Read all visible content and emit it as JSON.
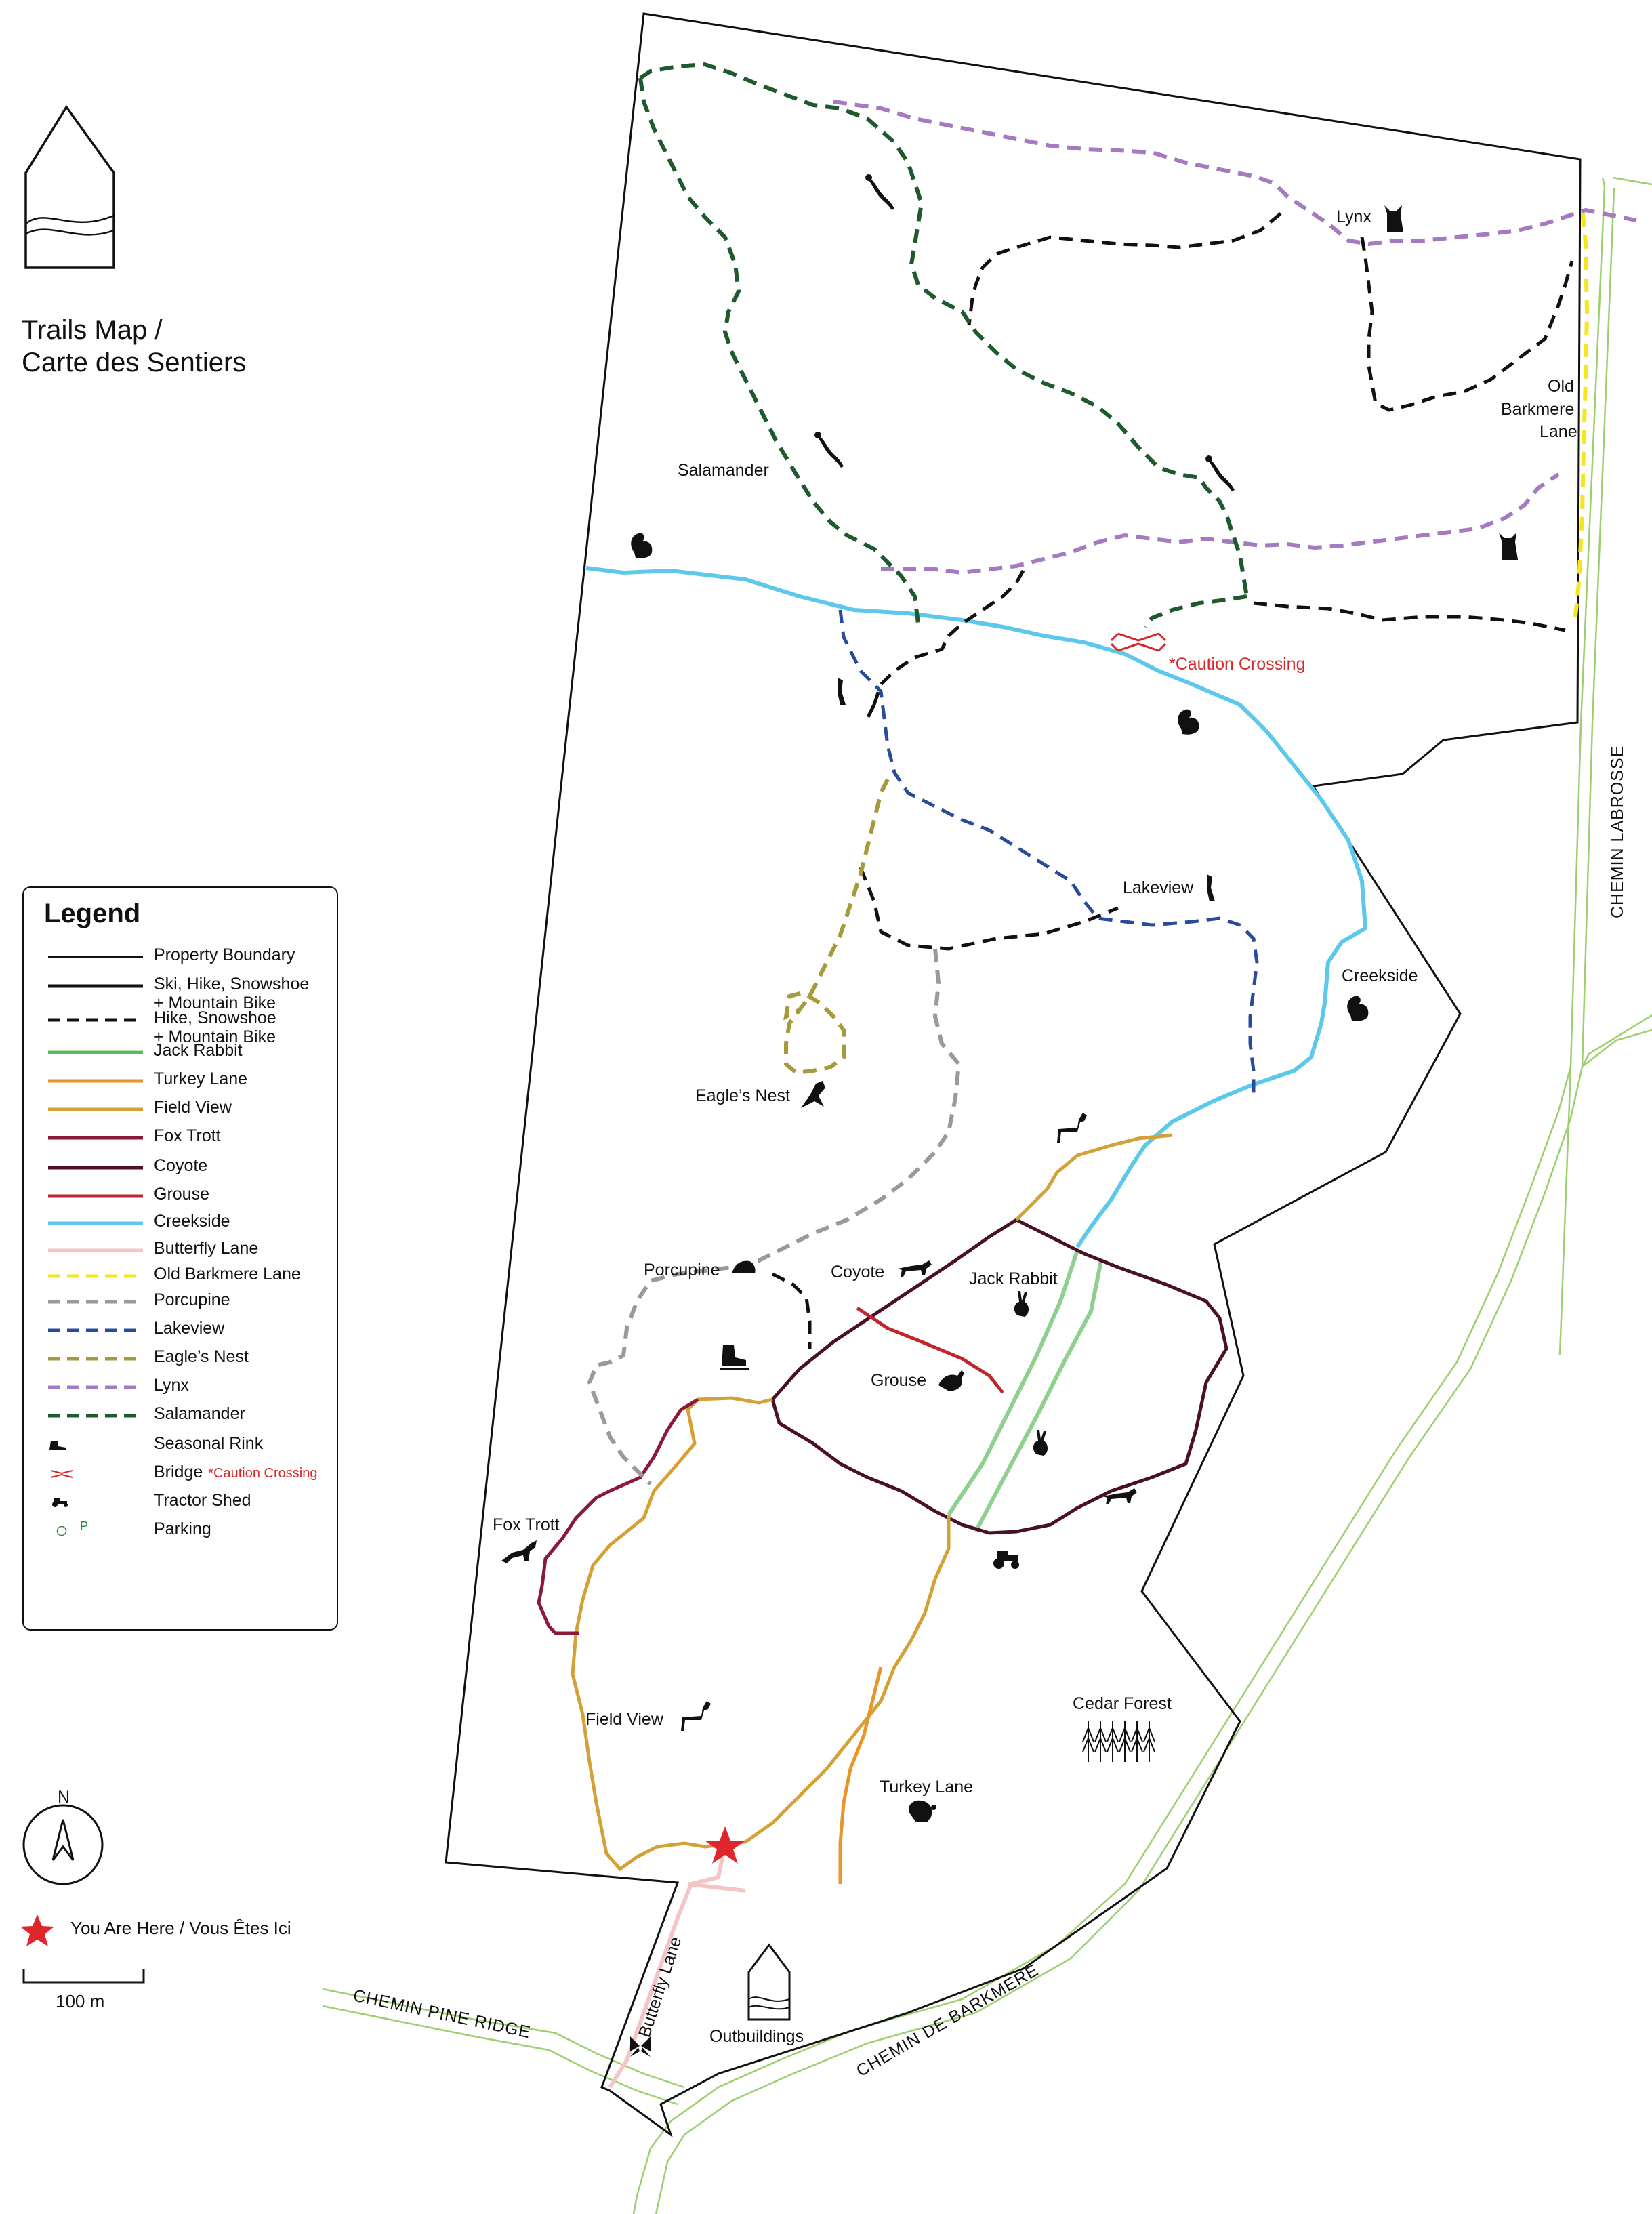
{
  "header": {
    "title_line1": "Trails Map /",
    "title_line2": "Carte des Sentiers"
  },
  "legend": {
    "title": "Legend",
    "items": [
      {
        "label": "Property Boundary",
        "style": "thin-solid",
        "color": "#111111",
        "icon": ""
      },
      {
        "label": "Ski, Hike, Snowshoe",
        "label2": "+ Mountain Bike",
        "style": "thick-solid",
        "color": "#111111",
        "icon": ""
      },
      {
        "label": "Hike, Snowshoe",
        "label2": "+ Mountain Bike",
        "style": "thick-dashed",
        "color": "#111111",
        "icon": ""
      },
      {
        "label": "Jack Rabbit",
        "style": "solid",
        "color": "#5cb85c",
        "icon": "rabbit-icon"
      },
      {
        "label": "Turkey Lane",
        "style": "solid",
        "color": "#e8962a",
        "icon": "turkey-icon"
      },
      {
        "label": "Field View",
        "style": "solid",
        "color": "#d4a137",
        "icon": "deer-icon"
      },
      {
        "label": "Fox Trott",
        "style": "solid",
        "color": "#8b1a3a",
        "icon": "fox-icon"
      },
      {
        "label": "Coyote",
        "style": "solid",
        "color": "#4a1024",
        "icon": "coyote-icon"
      },
      {
        "label": "Grouse",
        "style": "solid",
        "color": "#c0272d",
        "icon": "grouse-icon"
      },
      {
        "label": "Creekside",
        "style": "solid",
        "color": "#5bc8ec",
        "icon": "squirrel-icon"
      },
      {
        "label": "Butterfly Lane",
        "style": "solid",
        "color": "#f4c5c5",
        "icon": "butterfly-icon"
      },
      {
        "label": "Old Barkmere Lane",
        "style": "dashed",
        "color": "#f5e61e",
        "icon": ""
      },
      {
        "label": "Porcupine",
        "style": "dashed",
        "color": "#9a9a9a",
        "icon": "porcupine-icon"
      },
      {
        "label": "Lakeview",
        "style": "dashed",
        "color": "#2a4a9a",
        "icon": "woodpecker-icon"
      },
      {
        "label": "Eagle’s Nest",
        "style": "dashed",
        "color": "#a69a3a",
        "icon": "eagle-icon"
      },
      {
        "label": "Lynx",
        "style": "dashed",
        "color": "#a47bc0",
        "icon": "lynx-icon"
      },
      {
        "label": "Salamander",
        "style": "dashed",
        "color": "#1f5a2e",
        "icon": "salamander-icon"
      },
      {
        "label": "Seasonal Rink",
        "style": "icon",
        "color": "",
        "icon": "skate-icon"
      },
      {
        "label": "Bridge",
        "label_note": "*Caution Crossing",
        "style": "icon",
        "color": "#d62828",
        "icon": "bridge-icon"
      },
      {
        "label": "Tractor Shed",
        "style": "icon",
        "color": "",
        "icon": "tractor-icon"
      },
      {
        "label": "Parking",
        "style": "icon",
        "color": "#2e8b3a",
        "icon": "parking-icon",
        "icon_text": "P"
      }
    ]
  },
  "compass": {
    "letter": "N"
  },
  "scale": {
    "label": "100 m"
  },
  "you_are_here": {
    "label": "You Are Here / Vous Êtes Ici",
    "color": "#e0262d"
  },
  "map_labels": {
    "salamander": "Salamander",
    "lynx": "Lynx",
    "old_barkmere_1": "Old",
    "old_barkmere_2": "Barkmere",
    "old_barkmere_3": "Lane",
    "caution_crossing": "*Caution Crossing",
    "lakeview": "Lakeview",
    "creekside": "Creekside",
    "eagles_nest": "Eagle’s Nest",
    "porcupine": "Porcupine",
    "coyote": "Coyote",
    "jack_rabbit": "Jack Rabbit",
    "grouse": "Grouse",
    "fox_trott": "Fox Trott",
    "field_view": "Field View",
    "cedar_forest": "Cedar Forest",
    "turkey_lane": "Turkey Lane",
    "butterfly_lane": "Butterfly Lane",
    "outbuildings": "Outbuildings"
  },
  "roads": {
    "chemin_labrosse": "CHEMIN LABROSSE",
    "chemin_pine_ridge": "CHEMIN PINE RIDGE",
    "chemin_de_barkmere": "CHEMIN DE BARKMERE"
  },
  "colors": {
    "jack_rabbit": "#8fd08f",
    "turkey_lane": "#e8962a",
    "field_view": "#d4a137",
    "fox_trott": "#8b1a3a",
    "coyote": "#4a1024",
    "grouse": "#c0272d",
    "creekside": "#5bc8ec",
    "butterfly_lane": "#f4c5c5",
    "old_barkmere": "#f5e61e",
    "porcupine": "#9a9a9a",
    "lakeview": "#2a4a9a",
    "eagles_nest": "#a69a3a",
    "lynx": "#a47bc0",
    "salamander": "#1f5a2e",
    "road": "#9ccf6e",
    "boundary": "#111111"
  }
}
